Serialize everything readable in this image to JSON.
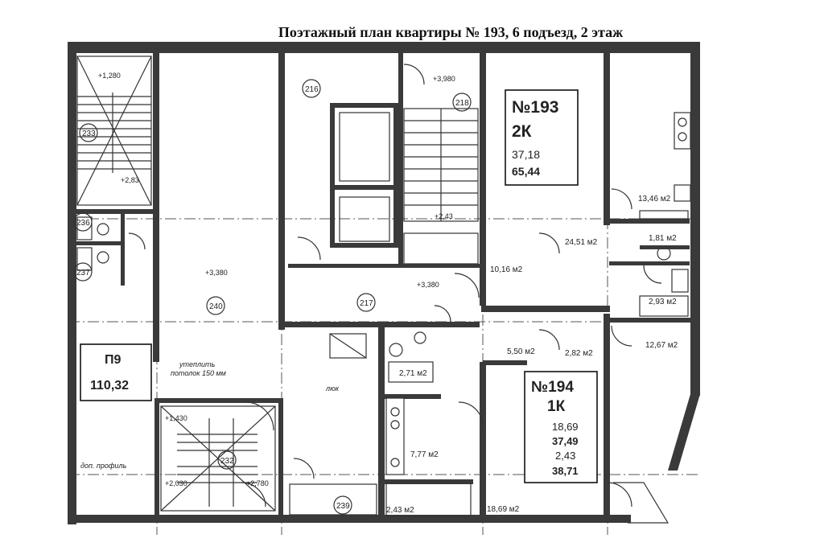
{
  "title": "Поэтажный план квартиры № 193, 6 подъезд, 2 этаж",
  "apartments": {
    "a193": {
      "number": "№193",
      "type": "2К",
      "living_area": "37,18",
      "total_area": "65,44"
    },
    "a194": {
      "number": "№194",
      "type": "1К",
      "living_area": "18,69",
      "area_main": "37,49",
      "balcony": "2,43",
      "total_area": "38,71"
    },
    "p9": {
      "number": "П9",
      "area": "110,32"
    }
  },
  "room_areas": {
    "a193_kitchen": "13,46 м2",
    "a193_room": "24,51 м2",
    "a193_bath1": "1,81 м2",
    "a193_hall": "10,16 м2",
    "a193_bath2": "2,93 м2",
    "a193_corridor": "12,67 м2",
    "a194_hall": "5,50 м2",
    "a194_bath": "2,82 м2",
    "a194_wc": "2,71 м2",
    "a194_kitchen": "7,77 м2",
    "a194_balcony": "2,43 м2",
    "a194_room": "18,69 м2"
  },
  "room_numbers": [
    "216",
    "218",
    "233",
    "236",
    "237",
    "240",
    "217",
    "239",
    "232"
  ],
  "levels": [
    "+1,280",
    "+3,980",
    "+3,380",
    "+3,380",
    "+1,430",
    "+2,030",
    "+2,780",
    "+2,43",
    "+2,83"
  ],
  "notes": {
    "insulation_line1": "утеплить",
    "insulation_line2": "потолок 150 мм",
    "shaft": "люк",
    "profile": "доп. профиль"
  }
}
